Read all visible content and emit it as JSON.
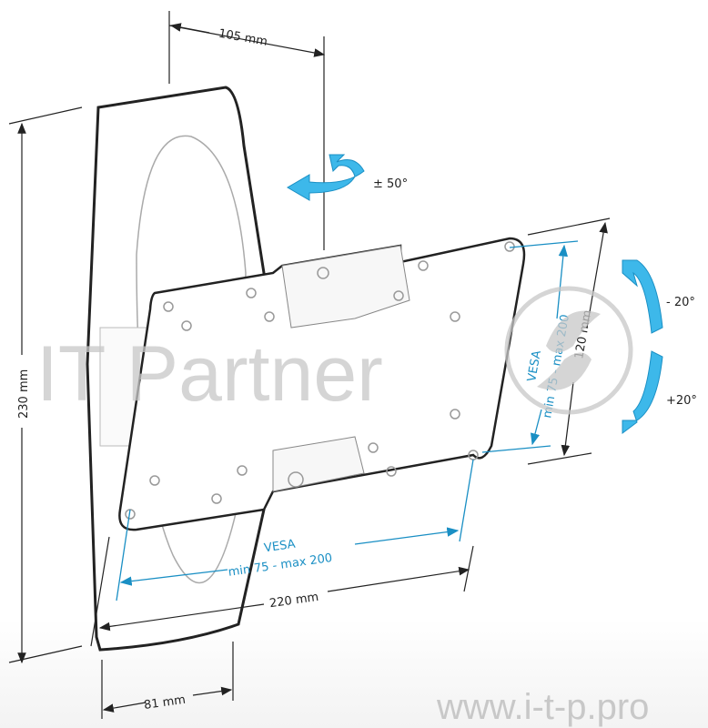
{
  "dimensions": {
    "top_width": "105 mm",
    "height": "230 mm",
    "plate_height": "120 mm",
    "plate_width": "220 mm",
    "depth": "81 mm"
  },
  "vesa": {
    "horizontal": {
      "label": "VESA",
      "range": "min 75 - max 200"
    },
    "vertical": {
      "label": "VESA",
      "range": "min 75 - max 200"
    }
  },
  "rotation": {
    "swivel": "± 50°",
    "tilt_up": "- 20°",
    "tilt_down": "+20°"
  },
  "watermark": {
    "brand": "IT Partner",
    "url": "www.i-t-p.pro"
  },
  "colors": {
    "accent": "#1a8fc4",
    "arrow_fill": "#3db8ea",
    "outline": "#222222",
    "watermark": "#c8c8c8"
  }
}
